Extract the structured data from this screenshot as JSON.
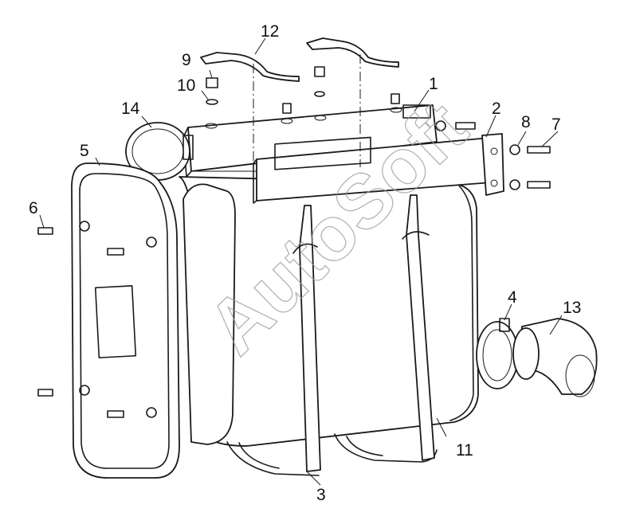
{
  "callouts": [
    "1",
    "2",
    "3",
    "4",
    "5",
    "6",
    "7",
    "8",
    "9",
    "10",
    "11",
    "12",
    "13",
    "14"
  ],
  "watermark": "AutoSoft",
  "line_color": "#1a1a1a",
  "watermark_color": "#9a9a9a"
}
